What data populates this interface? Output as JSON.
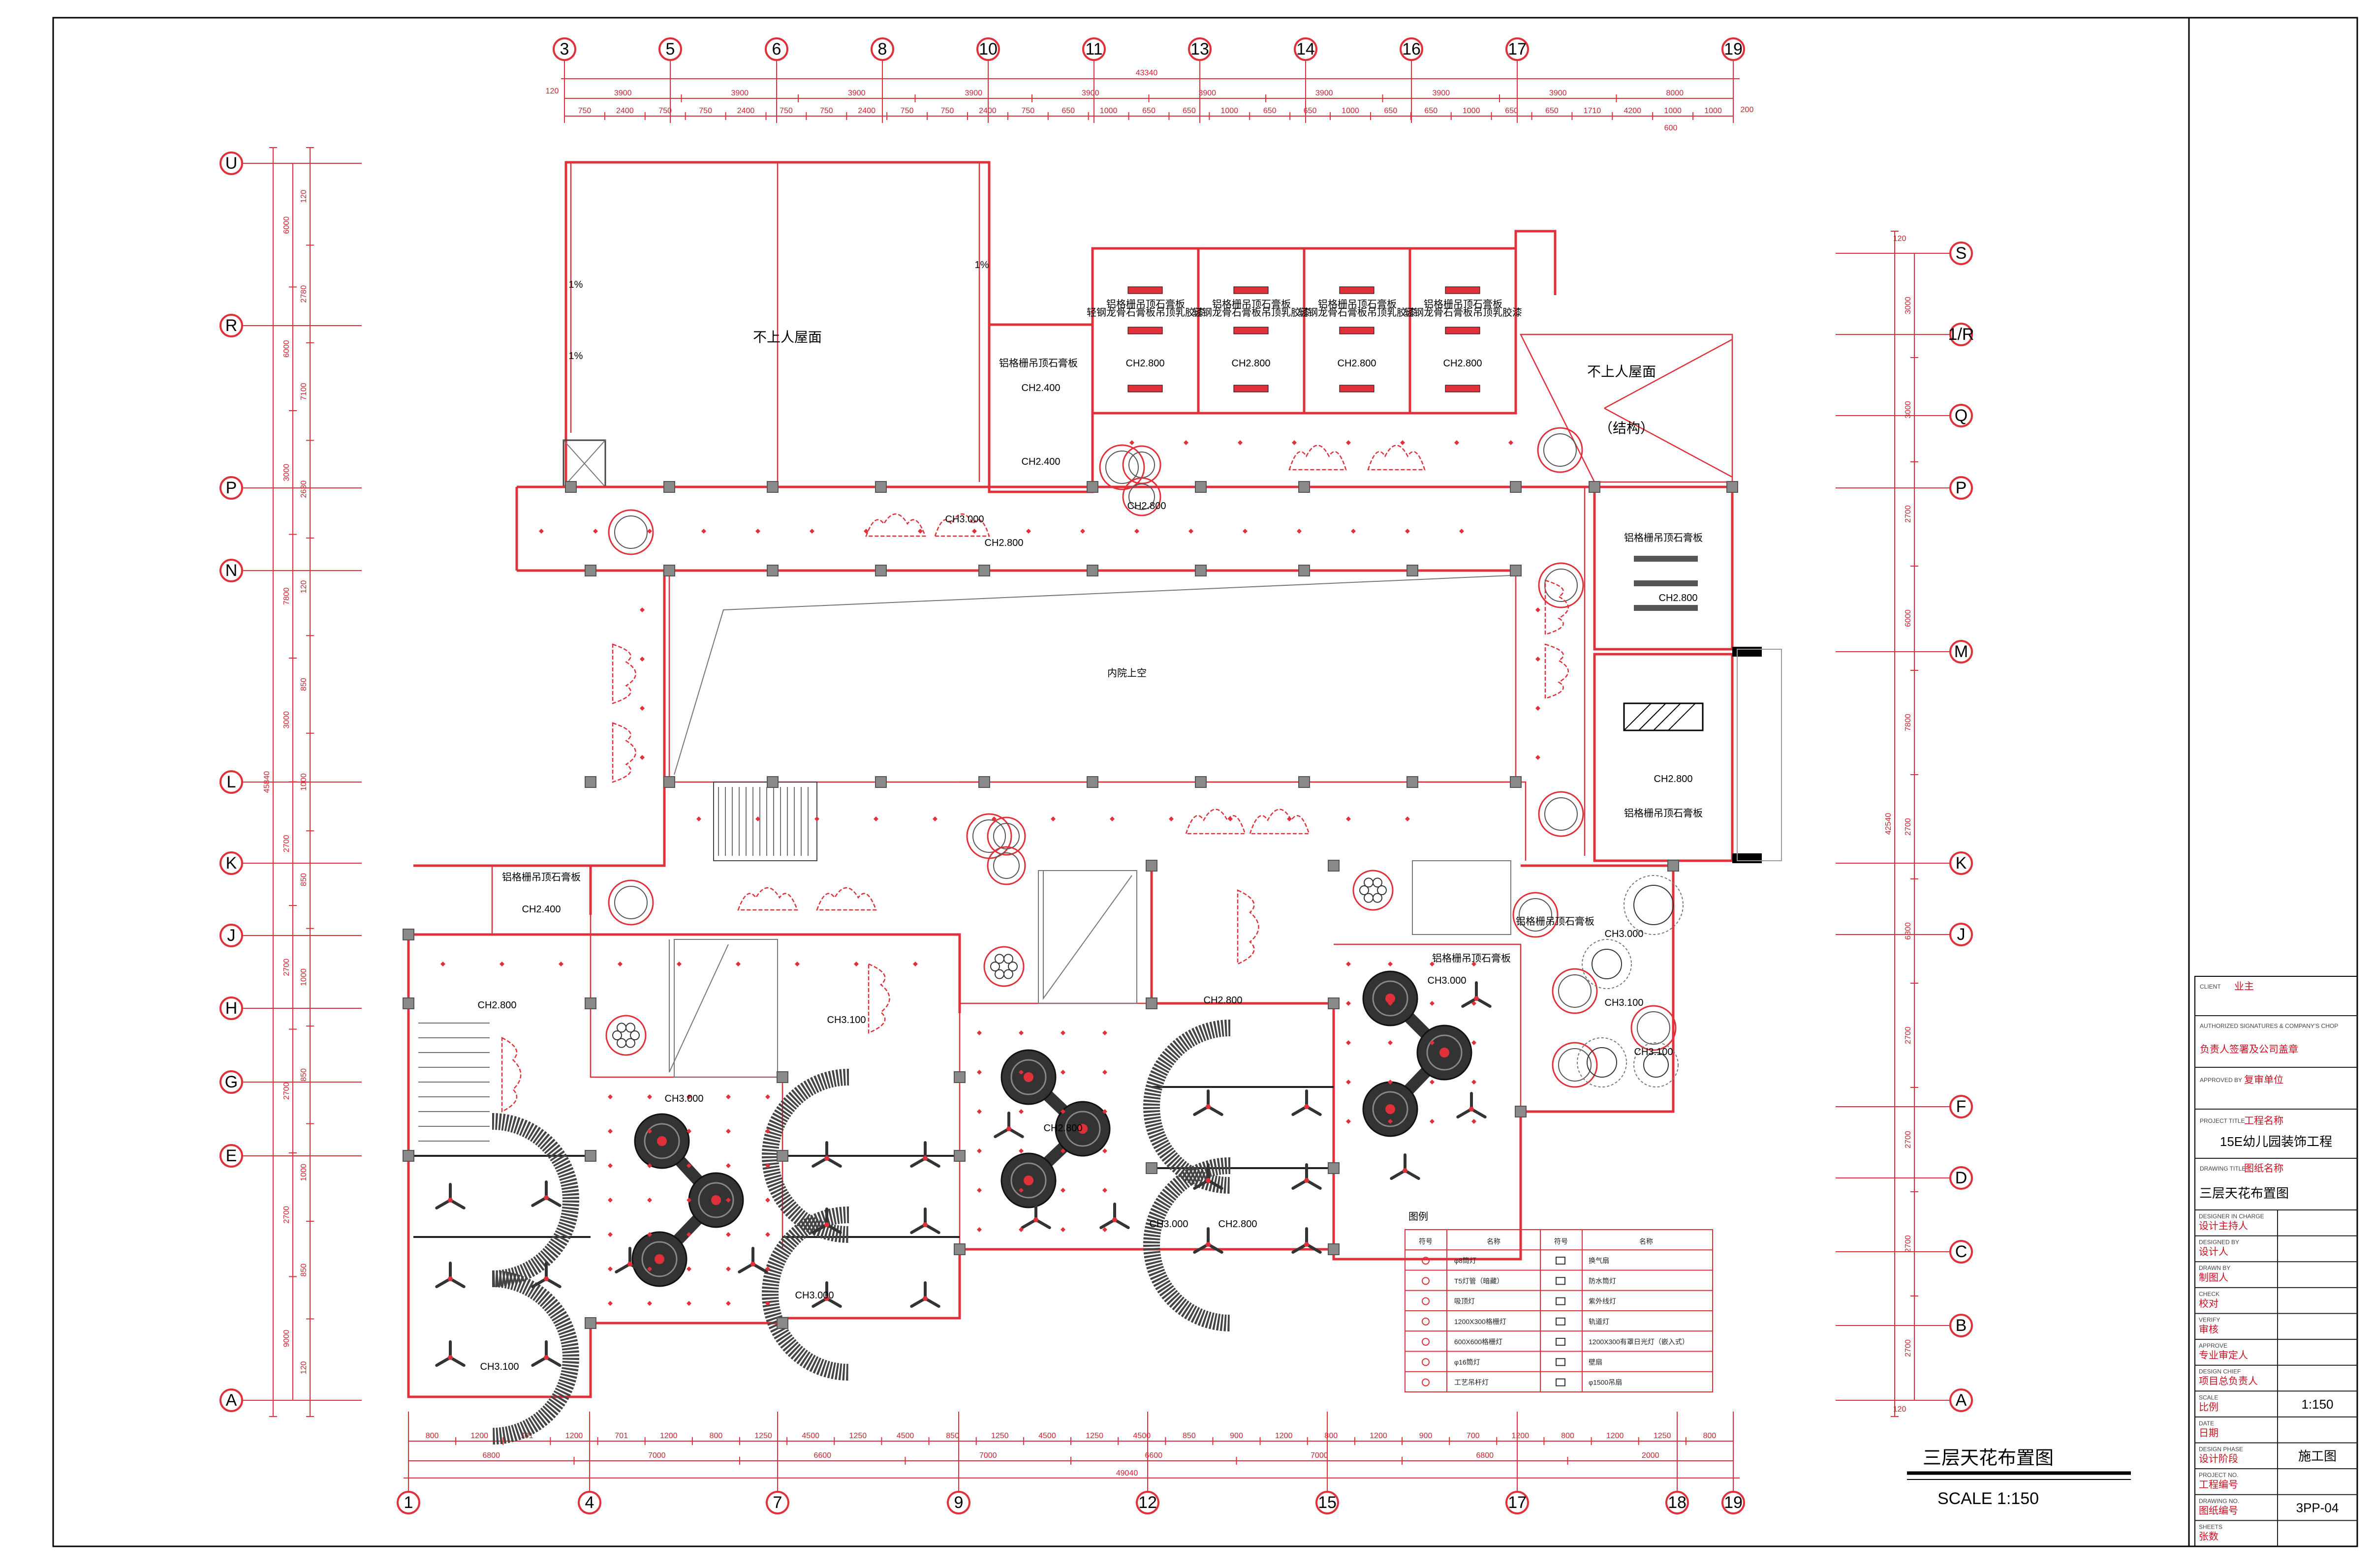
{
  "drawing": {
    "top_axes": [
      "3",
      "5",
      "6",
      "8",
      "10",
      "11",
      "13",
      "14",
      "16",
      "17",
      "19"
    ],
    "bottom_axes": [
      "1",
      "4",
      "7",
      "9",
      "12",
      "15",
      "17",
      "18",
      "19"
    ],
    "left_axes": [
      "U",
      "R",
      "P",
      "N",
      "L",
      "K",
      "J",
      "H",
      "G",
      "E",
      "A"
    ],
    "right_axes": [
      "S",
      "1/R",
      "Q",
      "P",
      "M",
      "K",
      "J",
      "F",
      "D",
      "C",
      "B",
      "A"
    ],
    "top_total": "43340",
    "top_dims_row1": [
      "3900",
      "3900",
      "3900",
      "3900",
      "3900",
      "3900",
      "3900",
      "3900",
      "3900",
      "8000"
    ],
    "top_dims_row2": [
      "750",
      "2400",
      "750",
      "750",
      "2400",
      "750",
      "750",
      "2400",
      "750",
      "750",
      "2400",
      "750",
      "650",
      "1000",
      "650",
      "650",
      "1000",
      "650",
      "650",
      "1000",
      "650",
      "650",
      "1000",
      "650",
      "650",
      "1710",
      "4200",
      "1000",
      "1000"
    ],
    "top_dims_small": [
      "120",
      "200",
      "600"
    ],
    "bottom_total": "49040",
    "bottom_dims_row1": [
      "6800",
      "7000",
      "6600",
      "7000",
      "6600",
      "7000",
      "6800",
      "2000"
    ],
    "bottom_dims_row2": [
      "800",
      "1200",
      "701",
      "1200",
      "701",
      "1200",
      "800",
      "1250",
      "4500",
      "1250",
      "4500",
      "850",
      "1250",
      "4500",
      "1250",
      "4500",
      "850",
      "900",
      "1200",
      "800",
      "1200",
      "900",
      "700",
      "1200",
      "800",
      "1200",
      "1250",
      "800"
    ],
    "left_total": "45840",
    "left_dims": [
      "6000",
      "6000",
      "3000",
      "7800",
      "3000",
      "2700",
      "2700",
      "2700",
      "2700",
      "9000"
    ],
    "left_dims_inner": [
      "120",
      "2780",
      "7100",
      "2630",
      "120",
      "850",
      "1000",
      "850",
      "1000",
      "850",
      "1000",
      "850",
      "120"
    ],
    "right_total": "42540",
    "right_dims": [
      "3000",
      "3000",
      "2700",
      "6000",
      "7800",
      "2700",
      "6300",
      "2700",
      "2700",
      "2700",
      "2700"
    ],
    "right_dims_small": [
      "120",
      "120"
    ],
    "room_labels": {
      "roof_left": "不上人屋面",
      "roof_right": "不上人屋面",
      "structure": "（结构）",
      "courtyard": "内院上空",
      "slope1": "1%",
      "slope2": "1%",
      "slope3": "1%"
    },
    "heights": [
      "CH2.800",
      "CH2.800",
      "CH2.800",
      "CH2.800",
      "CH2.400",
      "CH2.400",
      "CH3.000",
      "CH2.800",
      "CH2.800",
      "CH2.800",
      "CH2.800",
      "CH2.400",
      "CH2.800",
      "CH3.000",
      "CH3.000",
      "CH3.000",
      "CH3.100",
      "CH3.100",
      "CH3.000",
      "CH2.800",
      "CH2.800",
      "CH3.000",
      "CH3.100",
      "CH3.100",
      "CH2.800"
    ],
    "room_note": "铝格栅吊顶石膏板",
    "room_note2": "轻钢龙骨石膏板吊顶乳胶漆",
    "drawing_title": "三层天花布置图",
    "scale_text": "SCALE   1:150"
  },
  "legend": {
    "title": "图例",
    "header": [
      "符号",
      "名称",
      "符号",
      "名称"
    ],
    "rows": [
      [
        "φ8筒灯",
        "换气扇"
      ],
      [
        "T5灯管（暗藏）",
        "防水筒灯"
      ],
      [
        "吸顶灯",
        "紫外线灯"
      ],
      [
        "1200X300格栅灯",
        "轨道灯"
      ],
      [
        "600X600格栅灯",
        "1200X300有罩日光灯（嵌入式）"
      ],
      [
        "φ16筒灯",
        "壁扇"
      ],
      [
        "工艺吊杆灯",
        "φ1500吊扇"
      ]
    ]
  },
  "title_block": {
    "client_en": "CLIENT",
    "client_cn": "业主",
    "auth_en": "AUTHORIZED SIGNATURES & COMPANY'S CHOP",
    "auth_cn": "负责人签署及公司盖章",
    "approved_en": "APPROVED BY",
    "approved_cn": "复审单位",
    "project_en": "PROJECT TITLE",
    "project_cn": "工程名称",
    "project_val": "15E幼儿园装饰工程",
    "drawing_en": "DRAWING TITLE",
    "drawing_cn": "图纸名称",
    "drawing_val": "三层天花布置图",
    "rows": [
      {
        "en": "DESIGNER IN CHARGE",
        "cn": "设计主持人",
        "val": ""
      },
      {
        "en": "DESIGNED BY",
        "cn": "设计人",
        "val": ""
      },
      {
        "en": "DRAWN BY",
        "cn": "制图人",
        "val": ""
      },
      {
        "en": "CHECK",
        "cn": "校对",
        "val": ""
      },
      {
        "en": "VERIFY",
        "cn": "审核",
        "val": ""
      },
      {
        "en": "APPROVE",
        "cn": "专业审定人",
        "val": ""
      },
      {
        "en": "DESIGN CHIEF",
        "cn": "项目总负责人",
        "val": ""
      },
      {
        "en": "SCALE",
        "cn": "比例",
        "val": "1:150"
      },
      {
        "en": "DATE",
        "cn": "日期",
        "val": ""
      },
      {
        "en": "DESIGN PHASE",
        "cn": "设计阶段",
        "val": "施工图"
      },
      {
        "en": "PROJECT NO.",
        "cn": "工程编号",
        "val": ""
      },
      {
        "en": "DRAWING NO.",
        "cn": "图纸编号",
        "val": "3PP-04"
      },
      {
        "en": "SHEETS",
        "cn": "张数",
        "val": ""
      }
    ]
  }
}
